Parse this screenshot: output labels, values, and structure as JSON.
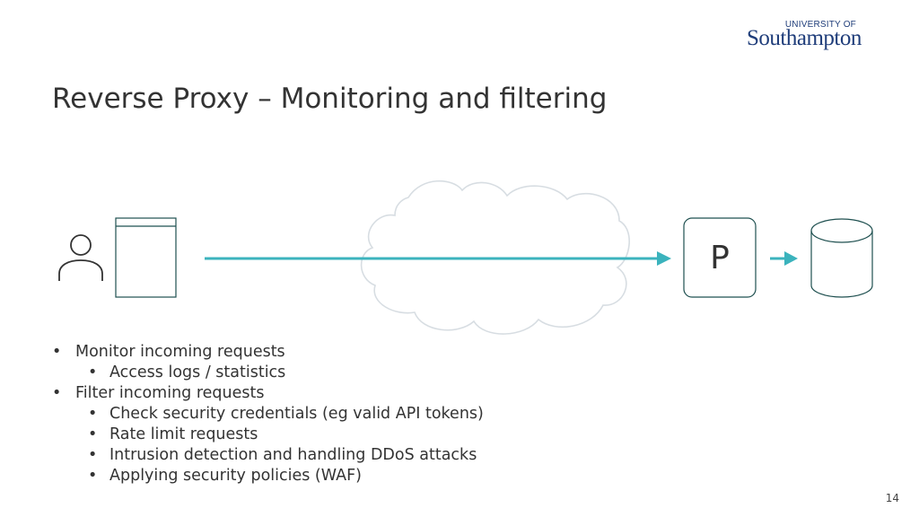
{
  "logo": {
    "top_text": "UNIVERSITY OF",
    "main_text": "Southampton",
    "color": "#1f3d7a"
  },
  "slide": {
    "title": "Reverse Proxy – Monitoring and filtering",
    "page_number": "14"
  },
  "diagram": {
    "proxy_label": "P",
    "arrow_color": "#3bb3bd",
    "outline_color": "#1f5050",
    "cloud_color": "#d7dde2",
    "icons": [
      "user-icon",
      "browser-window-icon",
      "cloud-icon",
      "proxy-box-icon",
      "database-icon"
    ]
  },
  "bullets": [
    {
      "level": 1,
      "text": "Monitor incoming requests"
    },
    {
      "level": 2,
      "text": "Access logs / statistics"
    },
    {
      "level": 1,
      "text": "Filter incoming requests"
    },
    {
      "level": 2,
      "text": "Check security credentials (eg valid API tokens)"
    },
    {
      "level": 2,
      "text": "Rate limit requests"
    },
    {
      "level": 2,
      "text": "Intrusion detection and handling DDoS attacks"
    },
    {
      "level": 2,
      "text": "Applying security policies (WAF)"
    }
  ]
}
